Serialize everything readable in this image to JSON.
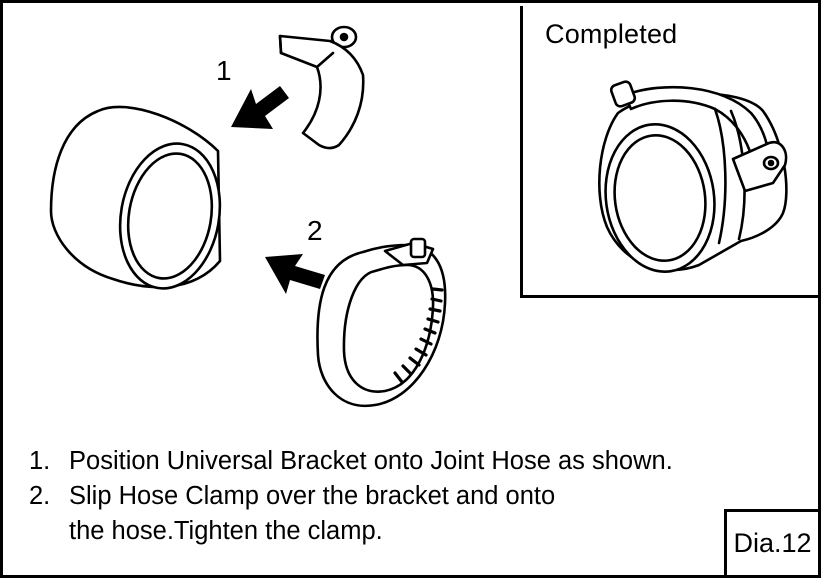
{
  "inset": {
    "title": "Completed"
  },
  "steps": [
    {
      "marker": "1",
      "number": "1.",
      "lines": [
        "Position Universal Bracket onto Joint Hose as shown."
      ]
    },
    {
      "marker": "2",
      "number": "2.",
      "lines": [
        "Slip Hose Clamp over the bracket and onto",
        "the hose.Tighten the clamp."
      ]
    }
  ],
  "diagram_label": "Dia.12",
  "icons": {
    "hose": "joint-hose-icon",
    "bracket": "universal-bracket-icon",
    "clamp": "hose-clamp-icon",
    "arrow": "arrow-icon",
    "completed": "completed-assembly-icon"
  }
}
